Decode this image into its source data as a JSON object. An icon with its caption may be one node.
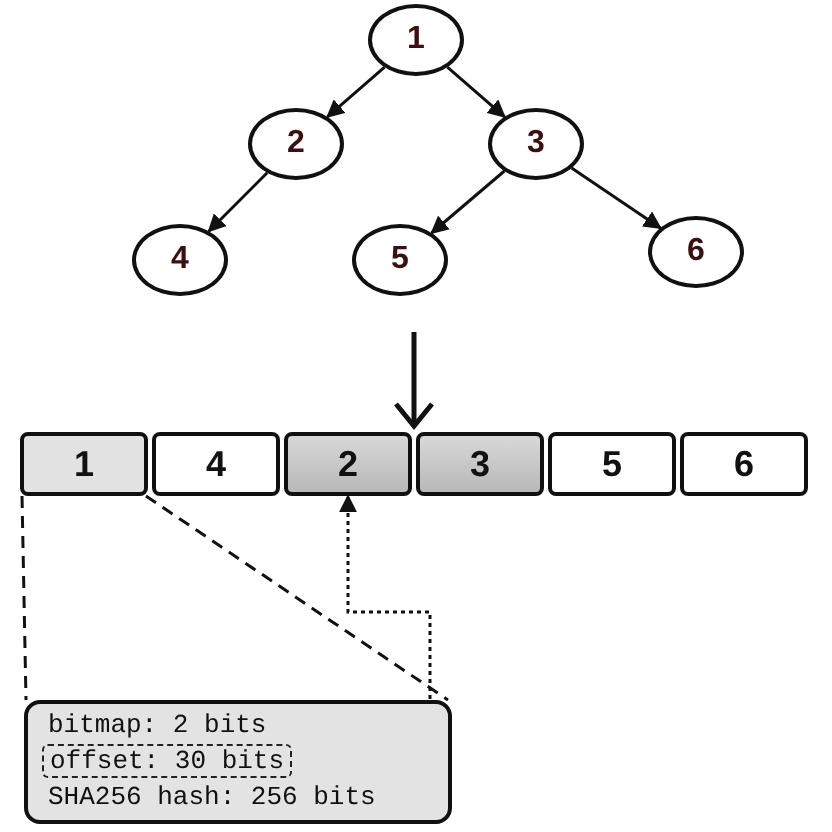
{
  "diagram": {
    "nodes": [
      {
        "text": [
          "1"
        ]
      },
      {
        "text": [
          "2"
        ]
      },
      {
        "text": [
          "3"
        ]
      },
      {
        "text": [
          "4"
        ]
      },
      {
        "text": [
          "5"
        ]
      },
      {
        "text": [
          "6"
        ]
      },
      {
        "text": [
          "1"
        ]
      },
      {
        "text": [
          "4"
        ]
      },
      {
        "text": [
          "2"
        ]
      },
      {
        "text": [
          "3"
        ]
      },
      {
        "text": [
          "5"
        ]
      },
      {
        "text": [
          "6"
        ]
      },
      {
        "text": [
          "bitmap: 2 bits",
          "SHA256 hash: 256 bits"
        ]
      },
      {
        "text": [
          "offset: 30 bits"
        ],
        "in": 12
      }
    ],
    "edges": [
      {
        "from": 0,
        "to": 1,
        "arrow": "to"
      },
      {
        "from": 0,
        "to": 2,
        "arrow": "to"
      },
      {
        "from": 1,
        "to": 3,
        "arrow": "to"
      },
      {
        "from": 2,
        "to": 4,
        "arrow": "to"
      },
      {
        "from": 2,
        "to": 5,
        "arrow": "to"
      },
      {
        "from": 6,
        "to": 12,
        "arrow": "none",
        "style": "dashed"
      },
      {
        "from": 6,
        "to": 12,
        "arrow": "none",
        "style": "dashed"
      },
      {
        "from": 13,
        "to": 8,
        "arrow": "to",
        "style": "dashed"
      }
    ]
  }
}
